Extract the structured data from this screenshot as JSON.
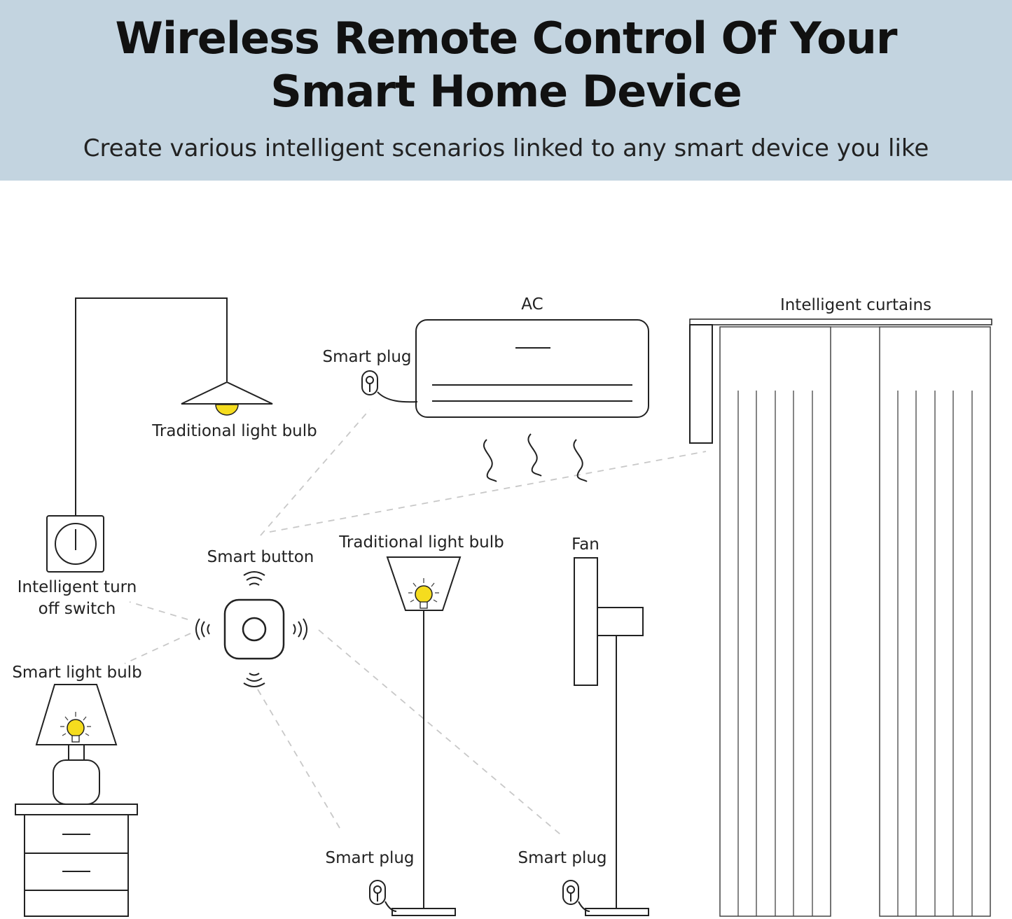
{
  "header": {
    "title_line1": "Wireless Remote Control Of Your",
    "title_line2": "Smart Home Device",
    "subtitle": "Create various intelligent scenarios linked to any smart device you like"
  },
  "labels": {
    "ac": "AC",
    "intelligent_curtains": "Intelligent curtains",
    "smart_plug_ac": "Smart plug",
    "traditional_bulb_top": "Traditional light bulb",
    "traditional_bulb_floor": "Traditional light bulb",
    "fan": "Fan",
    "smart_button": "Smart button",
    "switch_line1": "Intelligent turn",
    "switch_line2": "off switch",
    "smart_light_bulb": "Smart light bulb",
    "smart_plug_lamp": "Smart plug",
    "smart_plug_fan": "Smart plug"
  },
  "colors": {
    "header_bg": "#c3d4e0",
    "bulb_yellow": "#f5dc1e",
    "line": "#222222",
    "dashed_link": "#c8c8c8"
  }
}
